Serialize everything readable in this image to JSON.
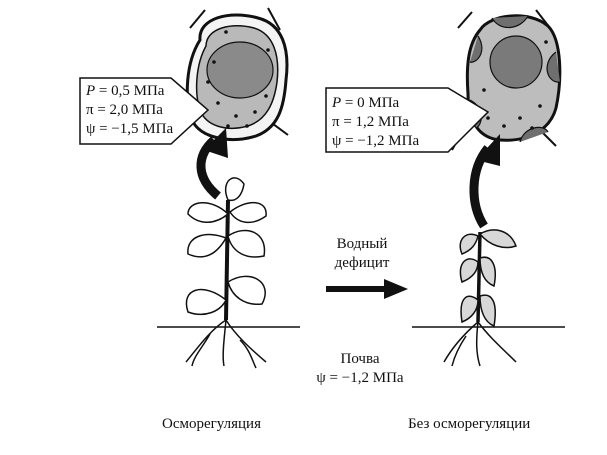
{
  "left_cell": {
    "pressure_symbol": "P",
    "pressure": "= 0,5 МПа",
    "osmotic": "π =  2,0 МПа",
    "water_potential": "ψ = −1,5 МПа"
  },
  "right_cell": {
    "pressure_symbol": "P",
    "pressure": "= 0  МПа",
    "osmotic": "π =  1,2 МПа",
    "water_potential": "ψ = −1,2 МПа"
  },
  "deficit_label_line1": "Водный",
  "deficit_label_line2": "дефицит",
  "soil_label_line1": "Почва",
  "soil_label_line2": "ψ = −1,2 МПа",
  "caption_left": "Осморегуляция",
  "caption_right": "Без осморегуляции",
  "colors": {
    "cell_fill": "#b8b8b8",
    "cell_dark": "#6f6f6f",
    "ink": "#111111"
  }
}
